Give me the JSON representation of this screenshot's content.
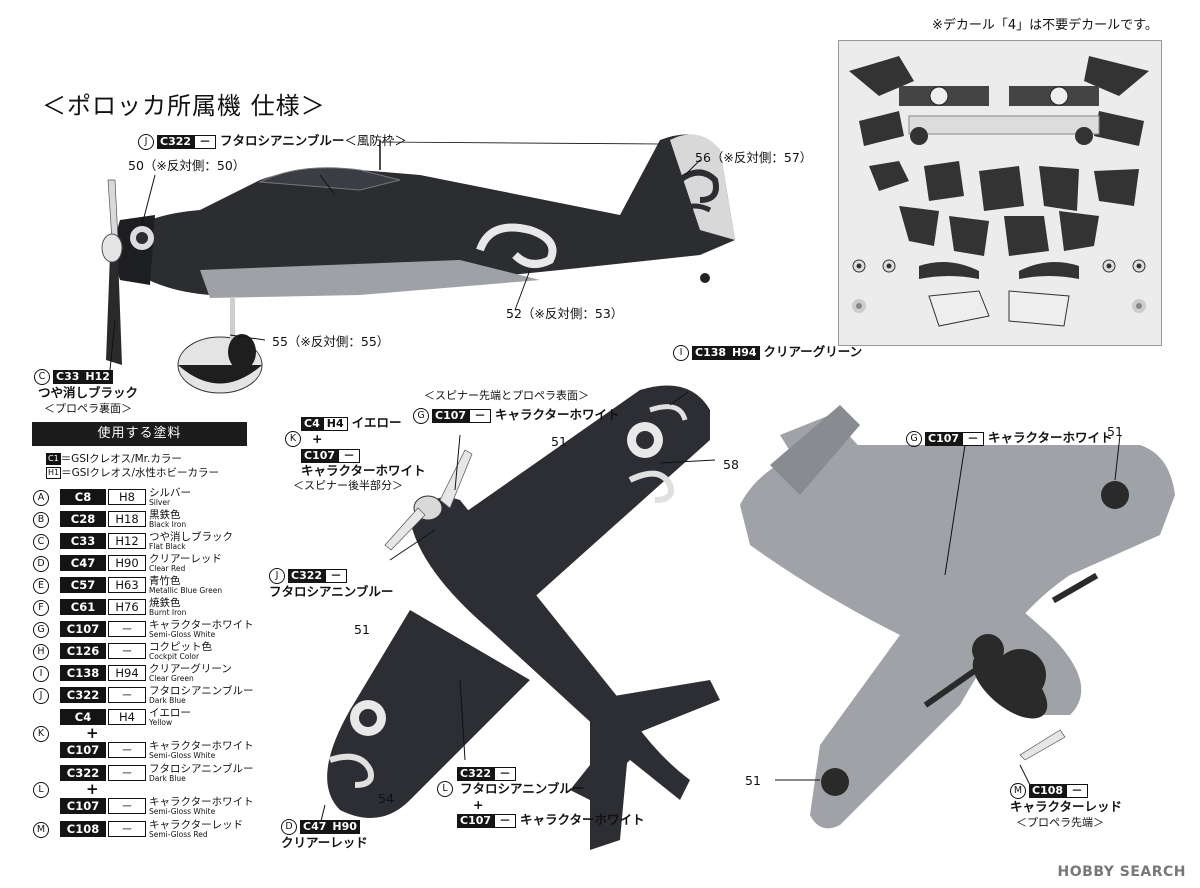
{
  "page": {
    "title": "＜ポロッカ所属機 仕様＞",
    "decal_note": "※デカール「4」は不要デカールです。",
    "watermark": "HOBBY SEARCH"
  },
  "side_view": {
    "canopy": {
      "circle": "J",
      "mr": "C322",
      "h": "－",
      "name": "フタロシアニンブルー",
      "note": "＜風防枠＞"
    },
    "n50": "50（※反対側：50）",
    "n56": "56（※反対側：57）",
    "n52": "52（※反対側：53）",
    "n55": "55（※反対側：55）",
    "prop": {
      "circle": "C",
      "mr": "C33",
      "h": "H12",
      "name": "つや消しブラック",
      "note": "＜プロペラ裏面＞"
    }
  },
  "top_view": {
    "spinner_note": "＜スピナー先端とプロペラ表面＞",
    "g": {
      "circle": "G",
      "mr": "C107",
      "h": "－",
      "name": "キャラクターホワイト"
    },
    "i": {
      "circle": "I",
      "mr": "C138",
      "h": "H94",
      "name": "クリアーグリーン"
    },
    "k": {
      "circle": "K",
      "mr1": "C4",
      "h1": "H4",
      "name1": "イエロー",
      "plus": "+",
      "mr2": "C107",
      "h2": "－",
      "name2": "キャラクターホワイト",
      "note": "＜スピナー後半部分＞"
    },
    "j": {
      "circle": "J",
      "mr": "C322",
      "h": "－",
      "name": "フタロシアニンブルー"
    },
    "l": {
      "circle": "L",
      "mr1": "C322",
      "h1": "－",
      "name1": "フタロシアニンブルー",
      "plus": "+",
      "mr2": "C107",
      "h2": "－",
      "name2": "キャラクターホワイト"
    },
    "d": {
      "circle": "D",
      "mr": "C47",
      "h": "H90",
      "name": "クリアーレッド"
    },
    "n51a": "51",
    "n51b": "51",
    "n58": "58",
    "n54": "54"
  },
  "bottom_view": {
    "g": {
      "circle": "G",
      "mr": "C107",
      "h": "－",
      "name": "キャラクターホワイト"
    },
    "m": {
      "circle": "M",
      "mr": "C108",
      "h": "－",
      "name": "キャラクターレッド",
      "note": "＜プロペラ先端＞"
    },
    "n51a": "51",
    "n51b": "51"
  },
  "paint_table": {
    "header": "使用する塗料",
    "legend_c": "＝GSIクレオス/Mr.カラー",
    "legend_h": "＝GSIクレオス/水性ホビーカラー",
    "legend_c_key": "C1",
    "legend_h_key": "H1",
    "rows": [
      {
        "circle": "A",
        "mr": "C8",
        "h": "H8",
        "jp": "シルバー",
        "en": "Silver"
      },
      {
        "circle": "B",
        "mr": "C28",
        "h": "H18",
        "jp": "黒鉄色",
        "en": "Black Iron"
      },
      {
        "circle": "C",
        "mr": "C33",
        "h": "H12",
        "jp": "つや消しブラック",
        "en": "Flat Black"
      },
      {
        "circle": "D",
        "mr": "C47",
        "h": "H90",
        "jp": "クリアーレッド",
        "en": "Clear Red"
      },
      {
        "circle": "E",
        "mr": "C57",
        "h": "H63",
        "jp": "青竹色",
        "en": "Metallic Blue Green"
      },
      {
        "circle": "F",
        "mr": "C61",
        "h": "H76",
        "jp": "焼鉄色",
        "en": "Burnt Iron"
      },
      {
        "circle": "G",
        "mr": "C107",
        "h": "－",
        "jp": "キャラクターホワイト",
        "en": "Semi-Gloss White"
      },
      {
        "circle": "H",
        "mr": "C126",
        "h": "－",
        "jp": "コクピット色",
        "en": "Cockpit Color"
      },
      {
        "circle": "I",
        "mr": "C138",
        "h": "H94",
        "jp": "クリアーグリーン",
        "en": "Clear Green"
      },
      {
        "circle": "J",
        "mr": "C322",
        "h": "－",
        "jp": "フタロシアニンブルー",
        "en": "Dark Blue"
      }
    ],
    "k": {
      "circle": "K",
      "a_mr": "C4",
      "a_h": "H4",
      "a_jp": "イエロー",
      "a_en": "Yellow",
      "plus": "+",
      "b_mr": "C107",
      "b_h": "－",
      "b_jp": "キャラクターホワイト",
      "b_en": "Semi-Gloss White"
    },
    "l": {
      "circle": "L",
      "a_mr": "C322",
      "a_h": "－",
      "a_jp": "フタロシアニンブルー",
      "a_en": "Dark Blue",
      "plus": "+",
      "b_mr": "C107",
      "b_h": "－",
      "b_jp": "キャラクターホワイト",
      "b_en": "Semi-Gloss White"
    },
    "m": {
      "circle": "M",
      "mr": "C108",
      "h": "－",
      "jp": "キャラクターレッド",
      "en": "Semi-Gloss Red"
    }
  }
}
